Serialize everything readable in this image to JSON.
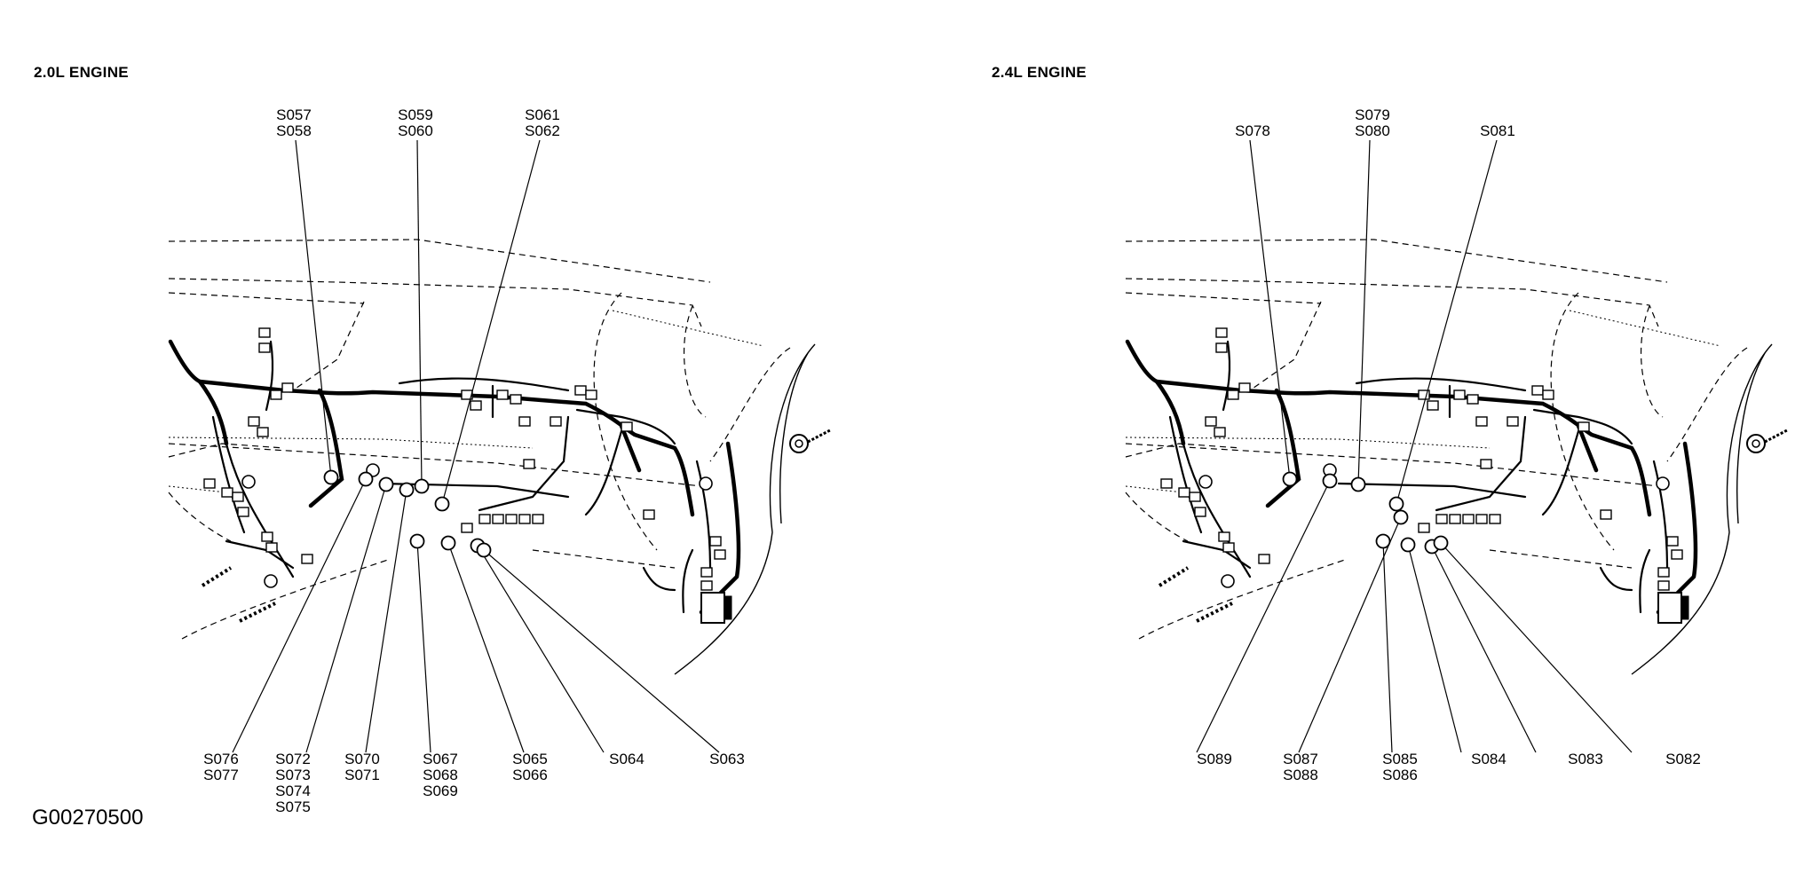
{
  "panels": [
    {
      "title": "2.0L ENGINE",
      "top_labels": [
        {
          "id": "s057",
          "lines": [
            "S057",
            "S058"
          ]
        },
        {
          "id": "s059",
          "lines": [
            "S059",
            "S060"
          ]
        },
        {
          "id": "s061",
          "lines": [
            "S061",
            "S062"
          ]
        }
      ],
      "bottom_labels": [
        {
          "id": "s076",
          "lines": [
            "S076",
            "S077"
          ]
        },
        {
          "id": "s072",
          "lines": [
            "S072",
            "S073",
            "S074",
            "S075"
          ]
        },
        {
          "id": "s070",
          "lines": [
            "S070",
            "S071"
          ]
        },
        {
          "id": "s067",
          "lines": [
            "S067",
            "S068",
            "S069"
          ]
        },
        {
          "id": "s065",
          "lines": [
            "S065",
            "S066"
          ]
        },
        {
          "id": "s064",
          "lines": [
            "S064"
          ]
        },
        {
          "id": "s063",
          "lines": [
            "S063"
          ]
        }
      ]
    },
    {
      "title": "2.4L ENGINE",
      "top_labels": [
        {
          "id": "s078",
          "lines": [
            "S078"
          ]
        },
        {
          "id": "s079",
          "lines": [
            "S079",
            "S080"
          ]
        },
        {
          "id": "s081",
          "lines": [
            "S081"
          ]
        }
      ],
      "bottom_labels": [
        {
          "id": "s089",
          "lines": [
            "S089"
          ]
        },
        {
          "id": "s087",
          "lines": [
            "S087",
            "S088"
          ]
        },
        {
          "id": "s085",
          "lines": [
            "S085",
            "S086"
          ]
        },
        {
          "id": "s084",
          "lines": [
            "S084"
          ]
        },
        {
          "id": "s083",
          "lines": [
            "S083"
          ]
        },
        {
          "id": "s082",
          "lines": [
            "S082"
          ]
        }
      ]
    }
  ],
  "figure_code": "G00270500"
}
